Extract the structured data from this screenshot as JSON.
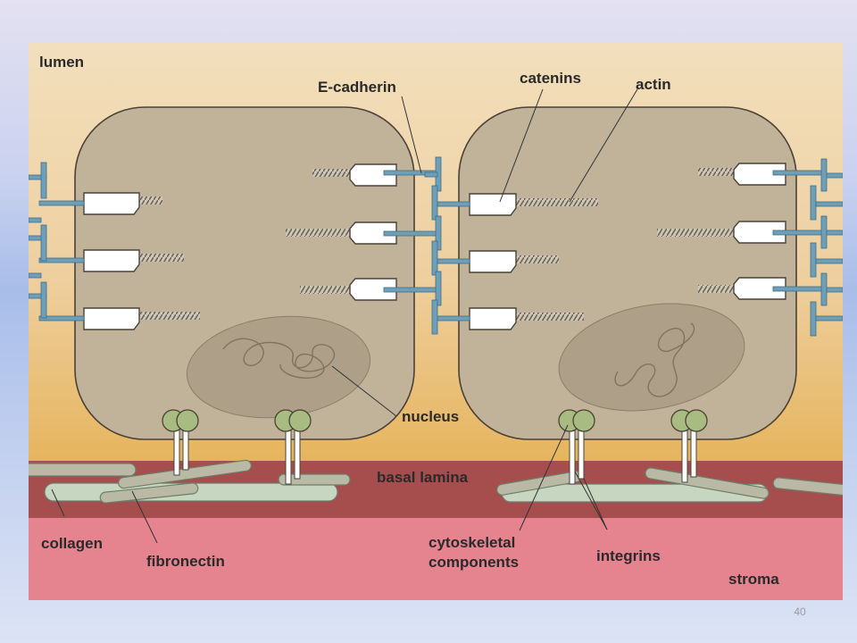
{
  "figure": {
    "labels": {
      "lumen": "lumen",
      "e_cadherin": "E-cadherin",
      "catenins": "catenins",
      "actin": "actin",
      "nucleus": "nucleus",
      "basal_lamina": "basal lamina",
      "collagen": "collagen",
      "fibronectin": "fibronectin",
      "cytoskeletal_line1": "cytoskeletal",
      "cytoskeletal_line2": "components",
      "integrins": "integrins",
      "stroma": "stroma"
    },
    "colors": {
      "lumen_top": "#f2dfbd",
      "lumen_bottom": "#e6b45e",
      "cell": "#c1b29a",
      "nucleus": "#aea088",
      "basal_lamina": "#a64e4e",
      "stroma": "#e5848f",
      "cadherin": "#6f9fb7",
      "collagen": "#c7d6c0",
      "integrin_head": "#a8bc82"
    }
  },
  "page_number": "40"
}
